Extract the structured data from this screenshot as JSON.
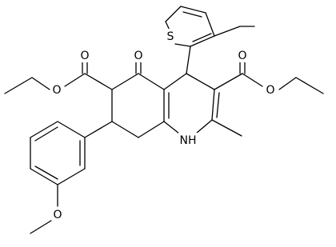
{
  "structure": {
    "atoms": {
      "S": "S",
      "O_ketone": "O",
      "O_ester_left_carbonyl": "O",
      "O_ester_left_alkoxy": "O",
      "O_ester_right_carbonyl": "O",
      "O_ester_right_alkoxy": "O",
      "O_methoxy": "O",
      "NH": "NH"
    }
  }
}
